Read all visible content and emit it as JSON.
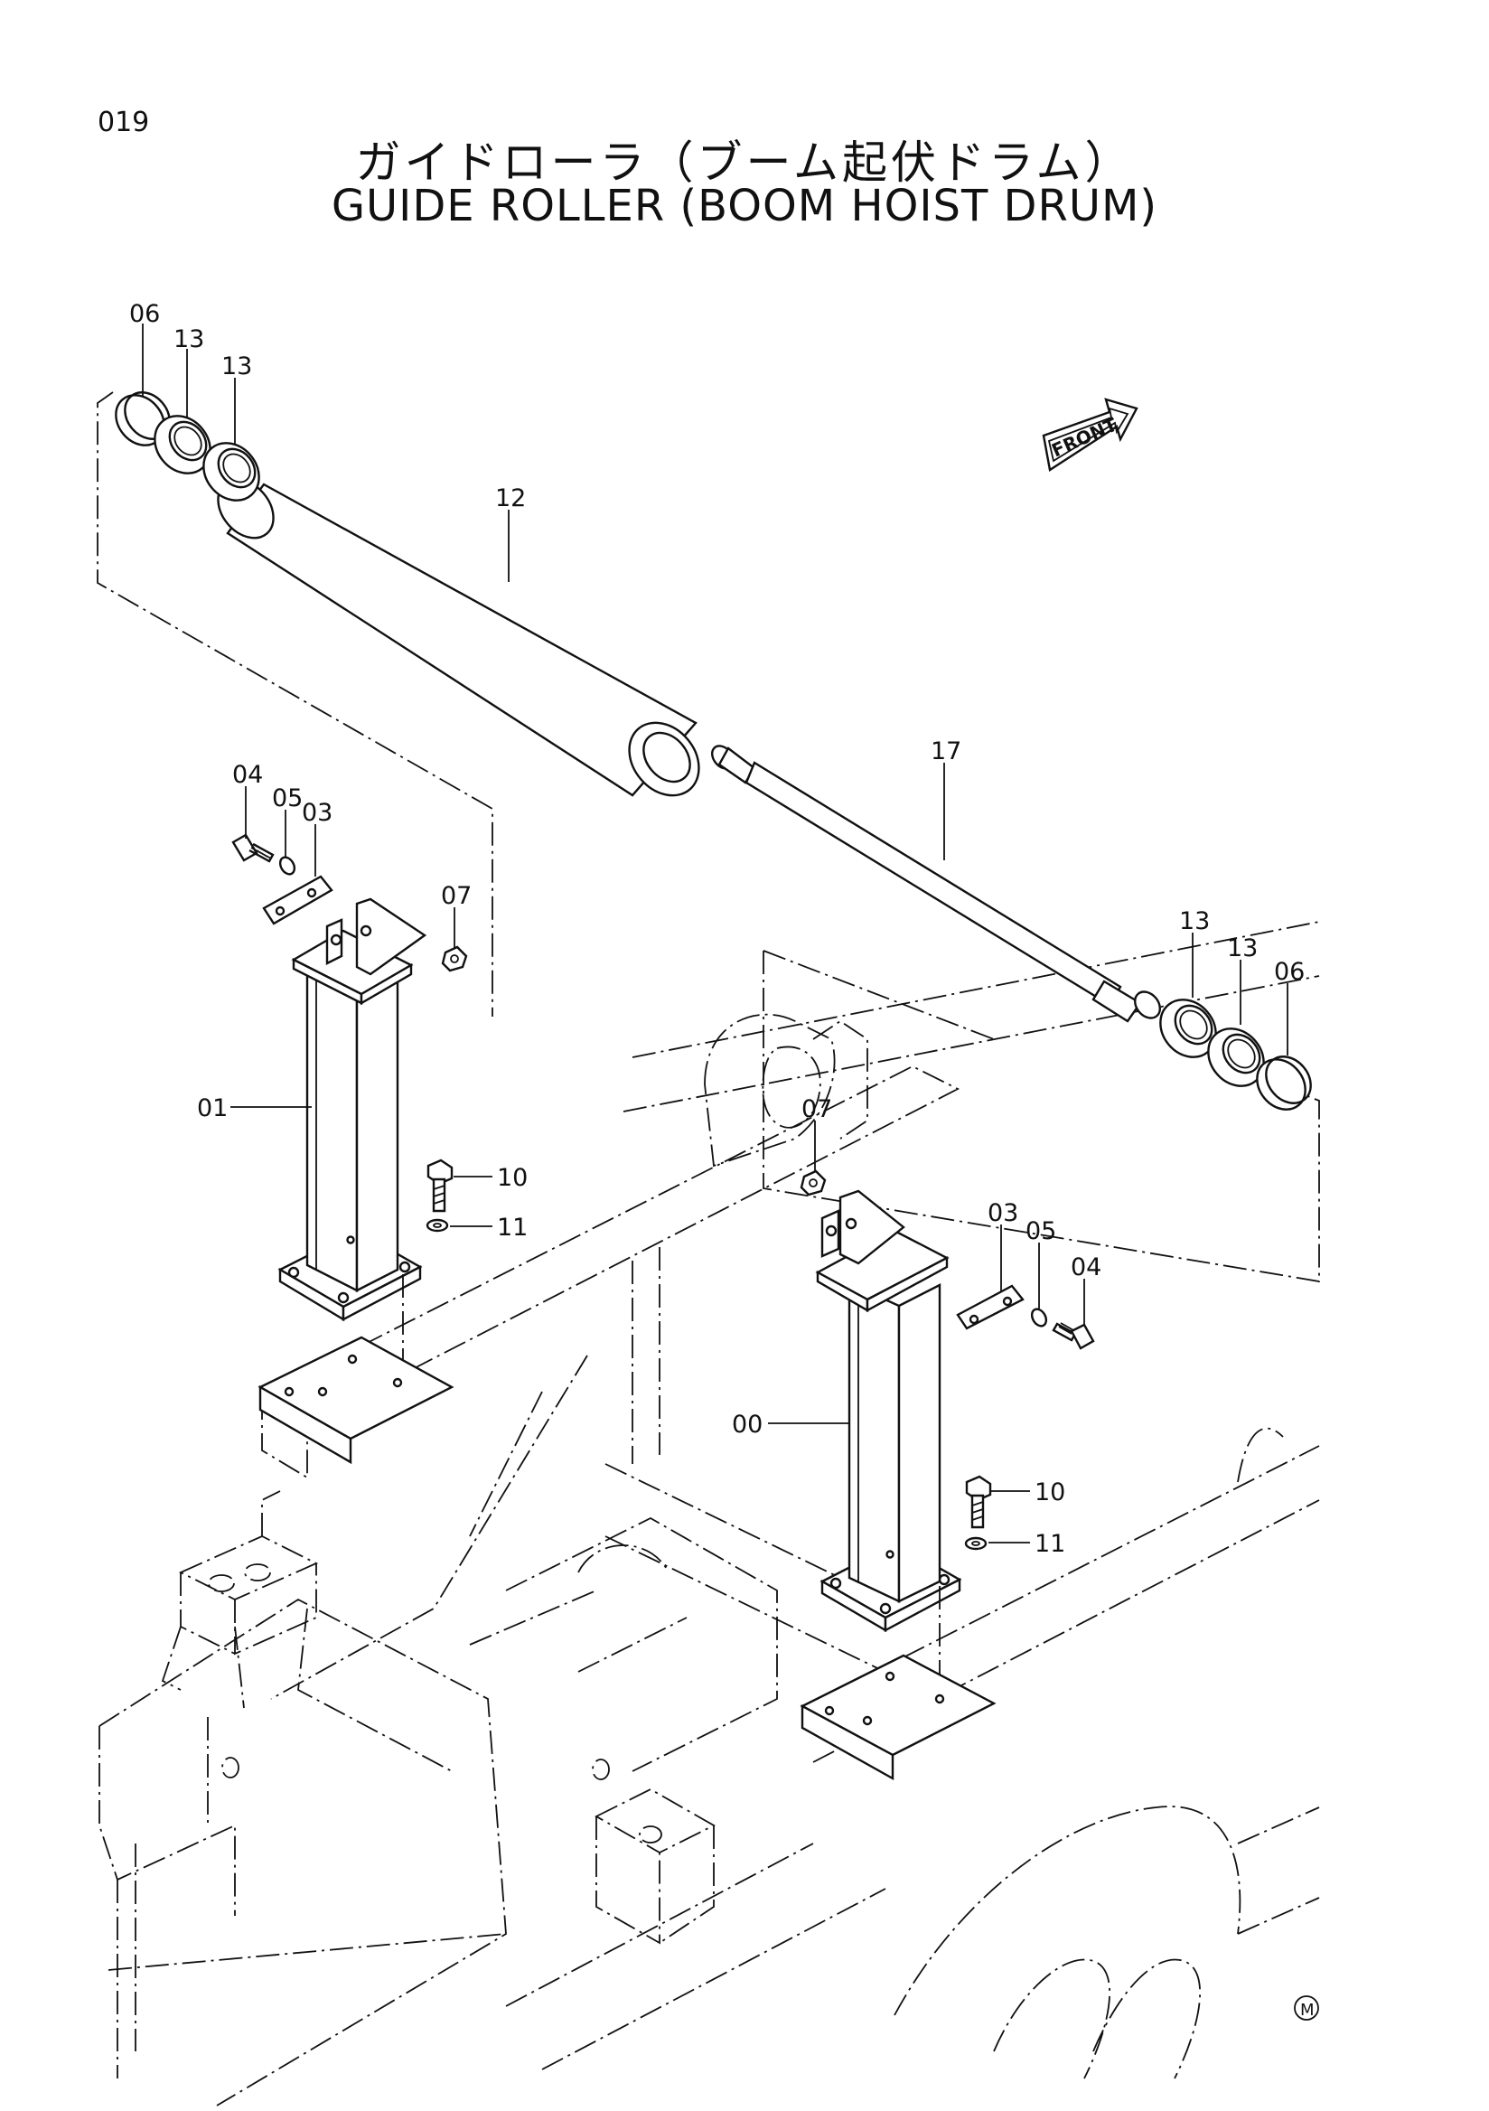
{
  "page_number": "019",
  "title_jp": "ガイドローラ（ブーム起伏ドラム）",
  "title_en": "GUIDE ROLLER (BOOM HOIST DRUM)",
  "front_label": "FRONT",
  "mark": "M",
  "callouts": {
    "c06a": "06",
    "c13a": "13",
    "c13b": "13",
    "c12": "12",
    "c17": "17",
    "c04a": "04",
    "c05a": "05",
    "c03a": "03",
    "c07a": "07",
    "c01": "01",
    "c10a": "10",
    "c11a": "11",
    "c13c": "13",
    "c13d": "13",
    "c06b": "06",
    "c07b": "07",
    "c03b": "03",
    "c05b": "05",
    "c04b": "04",
    "c00": "00",
    "c10b": "10",
    "c11b": "11"
  }
}
